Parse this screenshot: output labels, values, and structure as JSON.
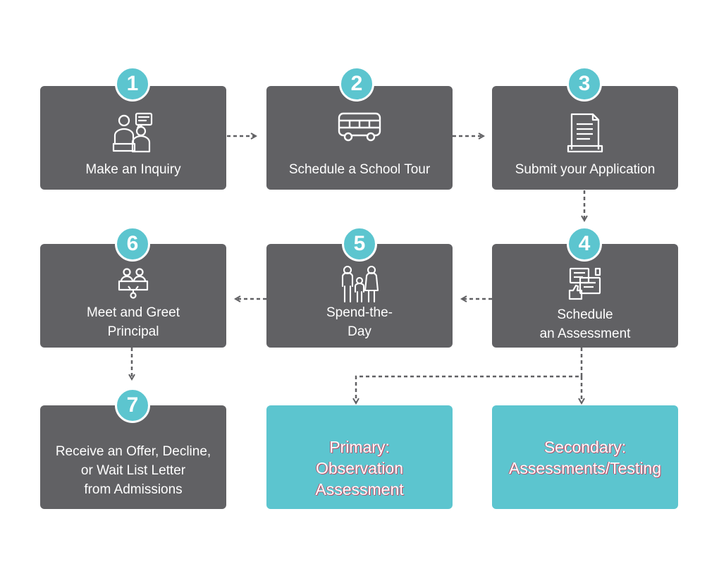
{
  "steps": [
    {
      "number": "1",
      "label": "Make an Inquiry",
      "icon": "customer-service-icon"
    },
    {
      "number": "2",
      "label": "Schedule a School Tour",
      "icon": "bus-icon"
    },
    {
      "number": "3",
      "label": "Submit your Application",
      "icon": "document-icon"
    },
    {
      "number": "4",
      "label": "Schedule\nan Assessment",
      "icon": "feedback-icon"
    },
    {
      "number": "5",
      "label": "Spend-the-\nDay",
      "icon": "family-icon"
    },
    {
      "number": "6",
      "label": "Meet and Greet\nPrincipal",
      "icon": "meeting-icon"
    },
    {
      "number": "7",
      "label": "Receive an Offer, Decline,\nor Wait List Letter\nfrom Admissions",
      "icon": ""
    }
  ],
  "assessments": [
    {
      "label": "Primary:\nObservation Assessment"
    },
    {
      "label": "Secondary:\nAssessments/Testing"
    }
  ],
  "colors": {
    "box": "#616164",
    "accent": "#5cc5cf",
    "text": "#ffffff",
    "text_outline": "#c0506a",
    "arrow": "#616164"
  }
}
